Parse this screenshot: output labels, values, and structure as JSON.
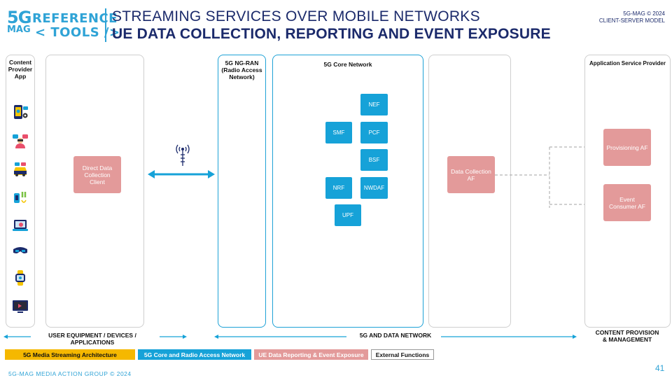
{
  "header": {
    "logo_5g": "5G",
    "logo_mag": "MAG",
    "logo_line1": "REFERENCE",
    "logo_line2": "< TOOLS />",
    "title_line1": "STREAMING SERVICES OVER MOBILE NETWORKS",
    "title_line2": "UE DATA COLLECTION, REPORTING AND EVENT EXPOSURE",
    "corner_line1": "5G-MAG © 2024",
    "corner_line2": "CLIENT-SERVER MODEL"
  },
  "panels": {
    "content_provider_app": "Content Provider App",
    "ng_ran": "5G NG-RAN (Radio Access Network)",
    "core_network": "5G Core Network",
    "asp": "Application Service Provider"
  },
  "ue": {
    "client": "Direct Data Collection Client"
  },
  "core": {
    "nef": "NEF",
    "smf": "SMF",
    "pcf": "PCF",
    "bsf": "BSF",
    "nrf": "NRF",
    "nwdaf": "NWDAF",
    "upf": "UPF"
  },
  "af": {
    "data_collection": "Data Collection AF",
    "provisioning": "Provisioning AF",
    "event_consumer": "Event Consumer AF"
  },
  "device_icons": [
    "phone-icon",
    "person-icon",
    "car-icon",
    "wearable-icon",
    "laptop-icon",
    "vr-headset-icon",
    "smartwatch-icon",
    "tv-icon"
  ],
  "footer_labels": {
    "ue": "USER EQUIPMENT / DEVICES / APPLICATIONS",
    "network": "5G AND DATA NETWORK",
    "content_line1": "CONTENT PROVISION",
    "content_line2": "& MANAGEMENT"
  },
  "legend": [
    {
      "label": "5G Media Streaming Architecture",
      "color": "#f5b800",
      "text_color": "#111111"
    },
    {
      "label": "5G Core and Radio Access Network",
      "color": "#16a2d8",
      "text_color": "#ffffff"
    },
    {
      "label": "UE Data Reporting & Event Exposure",
      "color": "#e39a9a",
      "text_color": "#ffffff"
    },
    {
      "label": "External Functions",
      "color": "#ffffff",
      "text_color": "#111111"
    }
  ],
  "bottom_text": "5G-MAG MEDIA ACTION GROUP © 2024",
  "page_number": "41",
  "colors": {
    "blue": "#16a2d8",
    "pink": "#e39a9a",
    "navy": "#1b2a6b",
    "brand": "#2fa3d6"
  }
}
